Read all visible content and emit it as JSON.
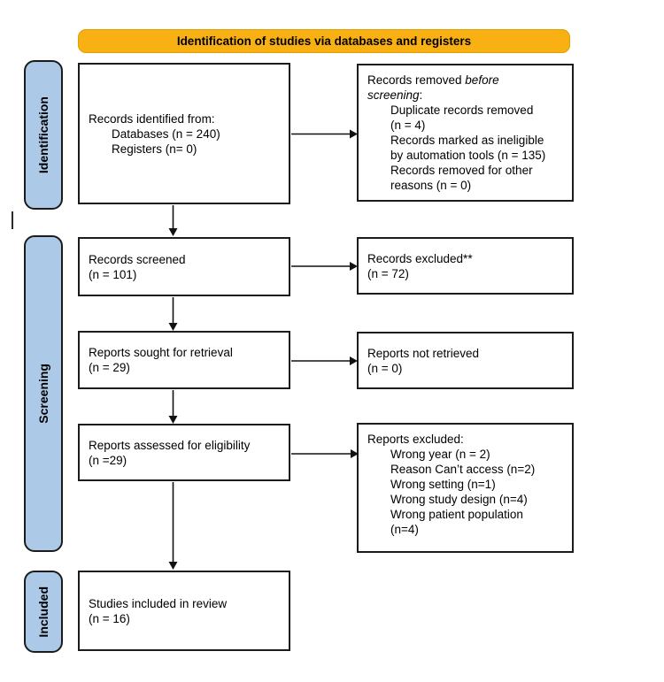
{
  "banner": {
    "title": "Identification of studies via databases and registers"
  },
  "colors": {
    "banner_bg": "#F9B013",
    "stage_bg": "#ACC9E8",
    "box_border": "#1b1b1b"
  },
  "stages": [
    {
      "label": "Identification"
    },
    {
      "label": "Screening"
    },
    {
      "label": "Included"
    }
  ],
  "boxes": {
    "identified": {
      "title": "Records identified from:",
      "items": [
        "Databases (n = 240)",
        "Registers (n= 0)"
      ]
    },
    "removed": {
      "pre": "Records removed ",
      "italic1": "before",
      "italic2": "screening",
      "post": ":",
      "items": [
        "Duplicate records removed",
        "(n = 4)",
        "Records marked as ineligible",
        "by automation tools (n = 135)",
        "Records removed for other",
        "reasons (n = 0)"
      ]
    },
    "screened": {
      "lines": [
        "Records screened",
        "(n = 101)"
      ]
    },
    "excluded": {
      "lines": [
        "Records excluded**",
        "(n = 72)"
      ]
    },
    "sought": {
      "lines": [
        "Reports sought for retrieval",
        "(n = 29)"
      ]
    },
    "not_retrieved": {
      "lines": [
        "Reports not retrieved",
        "(n = 0)"
      ]
    },
    "assessed": {
      "lines": [
        "Reports assessed for eligibility",
        "(n =29)"
      ]
    },
    "reports_excluded": {
      "title": "Reports excluded:",
      "items": [
        "Wrong year (n = 2)",
        "Reason Can’t access (n=2)",
        "Wrong setting (n=1)",
        "Wrong study design (n=4)",
        "Wrong patient population",
        "(n=4)"
      ]
    },
    "included": {
      "lines": [
        "Studies included in review",
        "(n = 16)"
      ]
    }
  }
}
